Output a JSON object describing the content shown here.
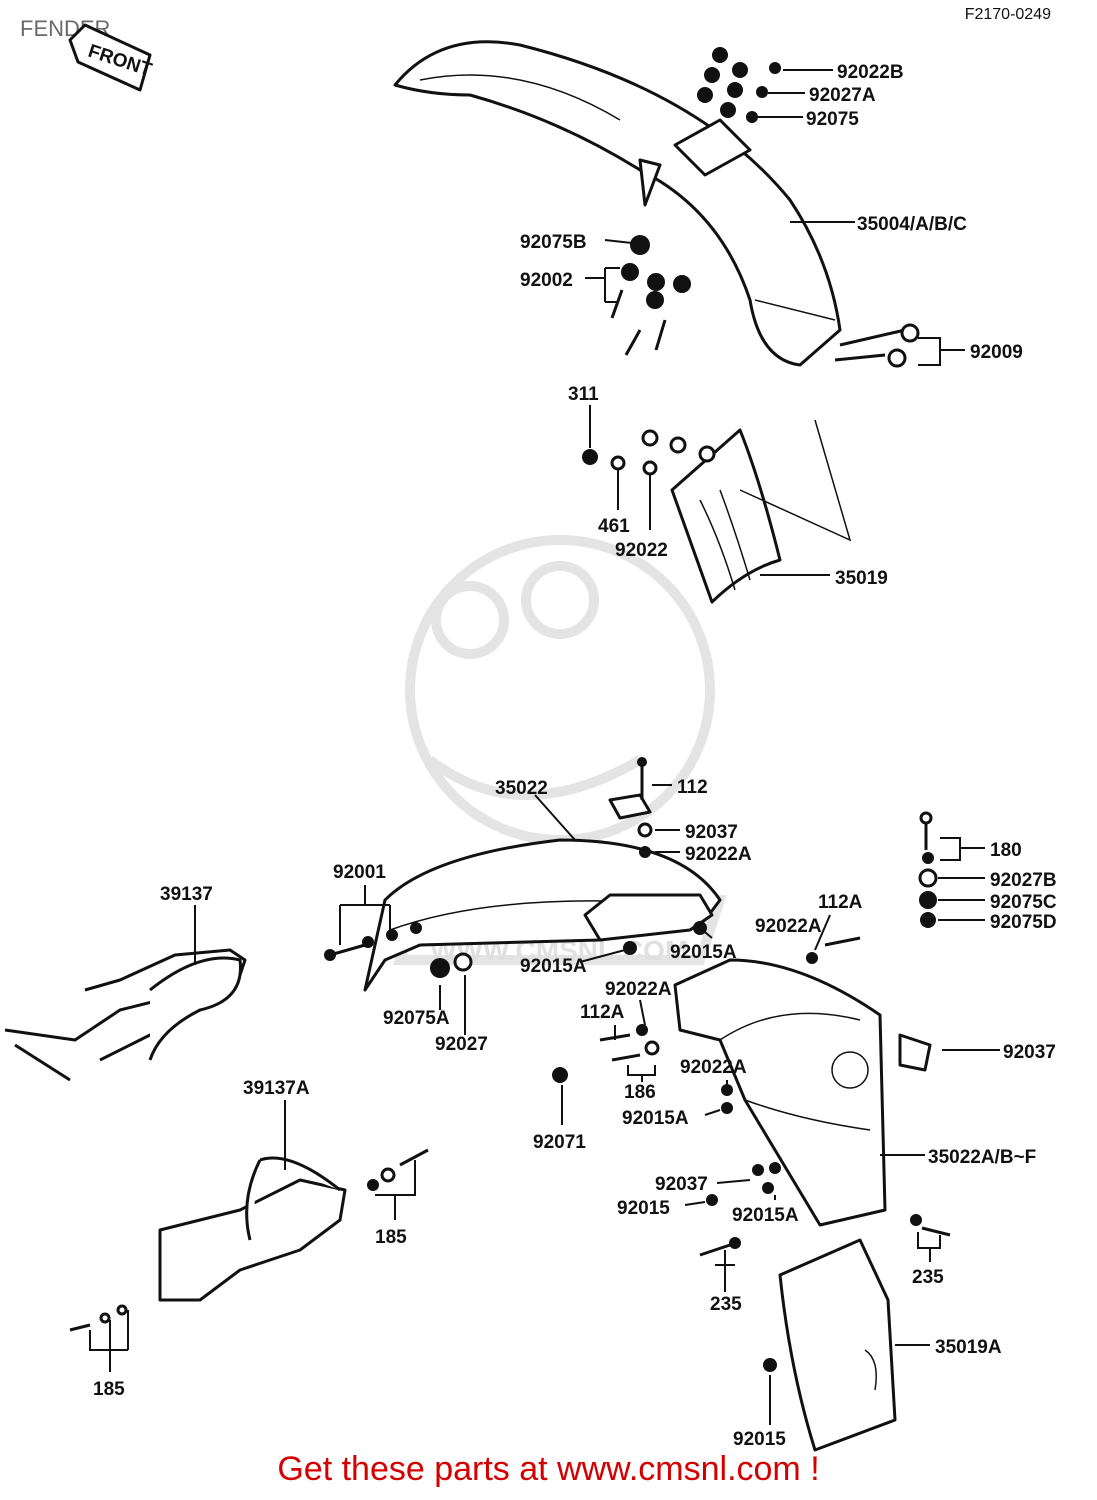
{
  "header": {
    "title": "FENDER",
    "code": "F2170-0249"
  },
  "front_tag": "FRONT",
  "watermark": "WWW.CMSNL.COM",
  "footer": {
    "text": "Get these parts at www.cmsnl.com !"
  },
  "labels": {
    "p92022B": "92022B",
    "p92027A": "92027A",
    "p92075": "92075",
    "p35004": "35004/A/B/C",
    "p92075B": "92075B",
    "p92002": "92002",
    "p92009": "92009",
    "p311": "311",
    "p461": "461",
    "p92022": "92022",
    "p35019": "35019",
    "p35022": "35022",
    "p112": "112",
    "p92037a": "92037",
    "p92022Aa": "92022A",
    "p180": "180",
    "p92027B": "92027B",
    "p92075C": "92075C",
    "p92075D": "92075D",
    "p92001": "92001",
    "p39137": "39137",
    "p112Aa": "112A",
    "p92022Ab": "92022A",
    "p92015Aa": "92015A",
    "p92015Ab": "92015A",
    "p92022Ac": "92022A",
    "p112Ab": "112A",
    "p92075A": "92075A",
    "p92027": "92027",
    "p92037b": "92037",
    "p186": "186",
    "p92022Ad": "92022A",
    "p92015Ac": "92015A",
    "p92071": "92071",
    "p39137A": "39137A",
    "p35022A": "35022A/B~F",
    "p92037c": "92037",
    "p92015a": "92015",
    "p92015Ad": "92015A",
    "p185a": "185",
    "p235a": "235",
    "p235b": "235",
    "p35019A": "35019A",
    "p185b": "185",
    "p92015b": "92015"
  }
}
